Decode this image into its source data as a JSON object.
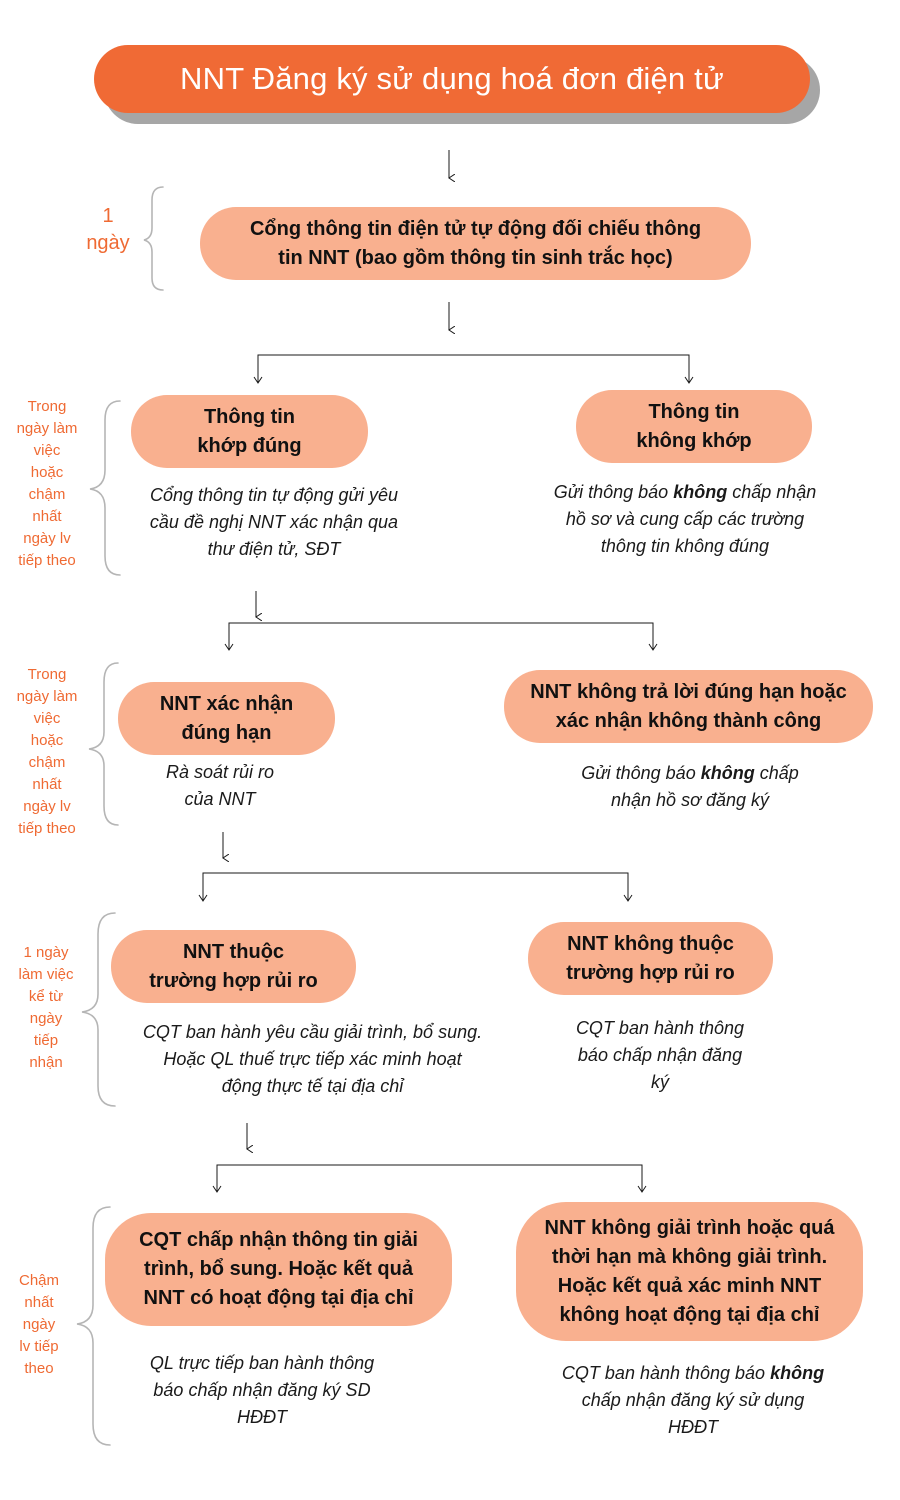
{
  "title": "NNT Đăng ký sử dụng hoá đơn điện tử",
  "steps": {
    "portal": [
      "Cổng thông tin điện tử tự động đối chiếu thông",
      "tin NNT (bao gồm thông tin sinh trắc học)"
    ],
    "match": [
      "Thông tin",
      "khớp đúng"
    ],
    "mismatch": [
      "Thông tin",
      "không khớp"
    ],
    "confirm_on_time": [
      "NNT xác  nhận",
      "đúng hạn"
    ],
    "no_reply": [
      "NNT không trả lời đúng hạn hoặc",
      "xác nhận không thành công"
    ],
    "risk": [
      "NNT thuộc",
      "trường hợp rủi ro"
    ],
    "no_risk": [
      "NNT không thuộc",
      "trường hợp rủi ro"
    ],
    "accept_explanation": [
      "CQT chấp nhận thông tin giải",
      "trình, bổ sung. Hoặc kết quả",
      "NNT có hoạt động tại địa chỉ"
    ],
    "no_explanation": [
      "NNT không giải trình hoặc quá",
      "thời hạn mà không giải trình.",
      "Hoặc kết quả xác minh NNT",
      "không hoạt động tại địa chỉ"
    ]
  },
  "descriptions": {
    "match": [
      "Cổng thông tin tự động gửi yêu",
      "cầu đề nghị NNT xác nhận qua",
      "thư điện tử, SĐT"
    ],
    "mismatch": {
      "pre": "Gửi thông báo ",
      "bold": "không",
      "post": " chấp nhận",
      "lines": [
        "hồ sơ và cung cấp các trường",
        "thông tin không đúng"
      ]
    },
    "confirm_on_time": [
      "Rà soát rủi ro",
      "của NNT"
    ],
    "no_reply": {
      "pre": "Gửi thông báo ",
      "bold": "không",
      "post": " chấp",
      "lines": [
        "nhận hồ sơ đăng ký"
      ]
    },
    "risk": [
      "CQT ban hành yêu cầu giải trình, bổ sung.",
      "Hoặc QL thuế trực tiếp xác minh  hoạt",
      "động thực tế tại địa chỉ"
    ],
    "no_risk": [
      "CQT ban hành thông",
      "báo chấp nhận đăng",
      "ký"
    ],
    "accept_explanation": [
      "QL trực tiếp ban hành thông",
      "báo chấp nhận đăng ký SD",
      "HĐĐT"
    ],
    "no_explanation": {
      "pre": "CQT ban hành thông báo ",
      "bold": "không",
      "post": "",
      "lines": [
        "chấp nhận đăng ký sử dụng",
        "HĐĐT"
      ]
    }
  },
  "timeline": {
    "t1": [
      "1",
      "ngày"
    ],
    "t2": [
      "Trong",
      "ngày làm",
      "việc",
      "hoặc",
      "chậm",
      "nhất",
      "ngày lv",
      "tiếp theo"
    ],
    "t3": [
      "Trong",
      "ngày làm",
      "việc",
      "hoặc",
      "chậm",
      "nhất",
      "ngày lv",
      "tiếp theo"
    ],
    "t4": [
      "1 ngày",
      "làm việc",
      "kể từ",
      "ngày",
      "tiếp",
      "nhận"
    ],
    "t5": [
      "Chậm",
      "nhất",
      "ngày",
      "lv tiếp",
      "theo"
    ]
  },
  "colors": {
    "title_bg": "#f06a35",
    "title_shadow": "#a6a6a6",
    "pill_bg": "#f9b08f",
    "side_text": "#ef6a33",
    "brace": "#b5b5b5",
    "connector": "#1a1a1a"
  }
}
